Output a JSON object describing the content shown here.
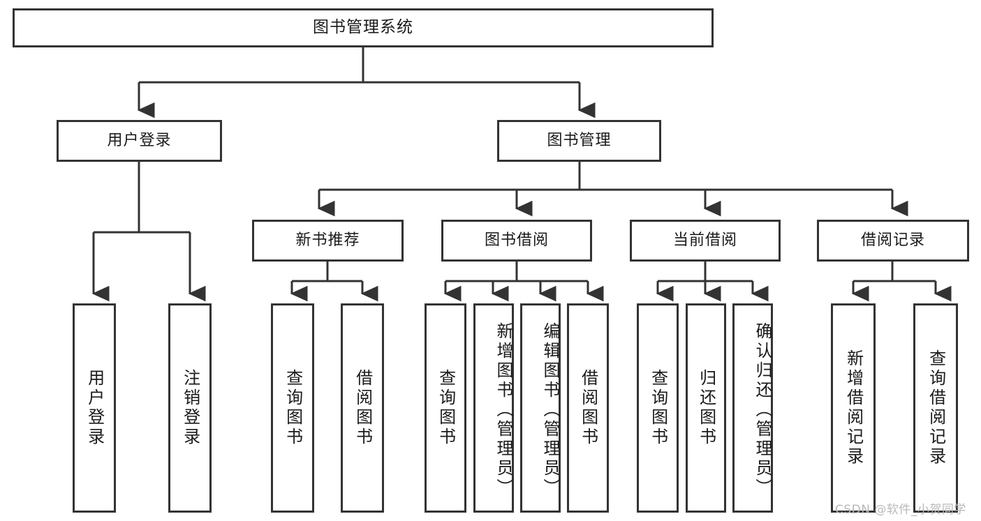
{
  "diagram": {
    "type": "tree",
    "title": "图书管理系统",
    "watermark": "CSDN @软件_小贺同学",
    "colors": {
      "stroke": "#333333",
      "fill": "#ffffff",
      "text": "#1a1a1a",
      "watermark": "#b9b9b9"
    },
    "nodes": {
      "root": {
        "label": "图书管理系统"
      },
      "level2": [
        {
          "id": "user-login",
          "label": "用户登录"
        },
        {
          "id": "book-manage",
          "label": "图书管理"
        }
      ],
      "level3": [
        {
          "id": "new-book-rec",
          "label": "新书推荐"
        },
        {
          "id": "book-borrow",
          "label": "图书借阅"
        },
        {
          "id": "current-borrow",
          "label": "当前借阅"
        },
        {
          "id": "borrow-record",
          "label": "借阅记录"
        }
      ],
      "leaves": [
        {
          "id": "leaf-user-login",
          "label": "用户登录",
          "parent": "user-login"
        },
        {
          "id": "leaf-user-logout",
          "label": "注销登录",
          "parent": "user-login"
        },
        {
          "id": "leaf-query-book-1",
          "label": "查询图书",
          "parent": "new-book-rec"
        },
        {
          "id": "leaf-borrow-book-1",
          "label": "借阅图书",
          "parent": "new-book-rec"
        },
        {
          "id": "leaf-query-book-2",
          "label": "查询图书",
          "parent": "book-borrow"
        },
        {
          "id": "leaf-add-book",
          "label": "新增图书（管理员）",
          "parent": "book-borrow"
        },
        {
          "id": "leaf-edit-book",
          "label": "编辑图书（管理员）",
          "parent": "book-borrow"
        },
        {
          "id": "leaf-borrow-book-2",
          "label": "借阅图书",
          "parent": "book-borrow"
        },
        {
          "id": "leaf-query-book-3",
          "label": "查询图书",
          "parent": "current-borrow"
        },
        {
          "id": "leaf-return-book",
          "label": "归还图书",
          "parent": "current-borrow"
        },
        {
          "id": "leaf-confirm-return",
          "label": "确认归还（管理员）",
          "parent": "current-borrow"
        },
        {
          "id": "leaf-add-record",
          "label": "新增借阅记录",
          "parent": "borrow-record"
        },
        {
          "id": "leaf-query-record",
          "label": "查询借阅记录",
          "parent": "borrow-record"
        }
      ]
    }
  }
}
